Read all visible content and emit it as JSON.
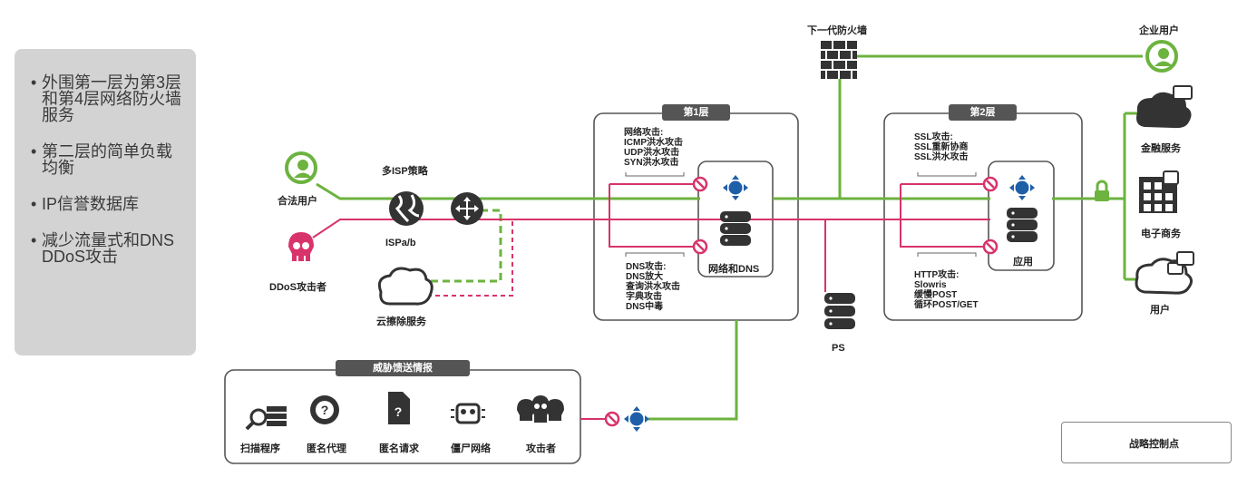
{
  "bullets": [
    "外围第一层为第3层和第4层网络防火墙服务",
    "第二层的简单负载均衡",
    "IP信誉数据库",
    "减少流量式和DNS DDoS攻击"
  ],
  "labels": {
    "legit_user": "合法用户",
    "ddos_attacker": "DDoS攻击者",
    "multi_isp": "多ISP策略",
    "ispab": "ISPa/b",
    "cloud_scrub": "云擦除服务",
    "layer1": "第1层",
    "layer2": "第2层",
    "net_dns": "网络和DNS",
    "app": "应用",
    "ngfw": "下一代防火墙",
    "ps": "PS",
    "enterprise_user": "企业用户",
    "finance": "金融服务",
    "ecommerce": "电子商务",
    "users": "用户",
    "threat_feed": "威胁馈送情报",
    "scanner": "扫描程序",
    "anon_proxy": "匿名代理",
    "anon_request": "匿名请求",
    "botnet": "僵尸网络",
    "attacker": "攻击者",
    "legend": "战略控制点"
  },
  "attacks": {
    "net_title": "网络攻击:",
    "net": "ICMP洪水攻击\nUDP洪水攻击\nSYN洪水攻击",
    "dns_title": "DNS攻击:",
    "dns": "DNS放大\n查询洪水攻击\n字典攻击\nDNS中毒",
    "ssl_title": "SSL攻击:",
    "ssl": "SSL重新协商\nSSL洪水攻击",
    "http_title": "HTTP攻击:",
    "http": "Slowris\n缓慢POST\n循环POST/GET"
  },
  "colors": {
    "green": "#6cb33f",
    "red": "#d8336b",
    "dark": "#3a3a3a",
    "blue": "#1f5fa8"
  }
}
